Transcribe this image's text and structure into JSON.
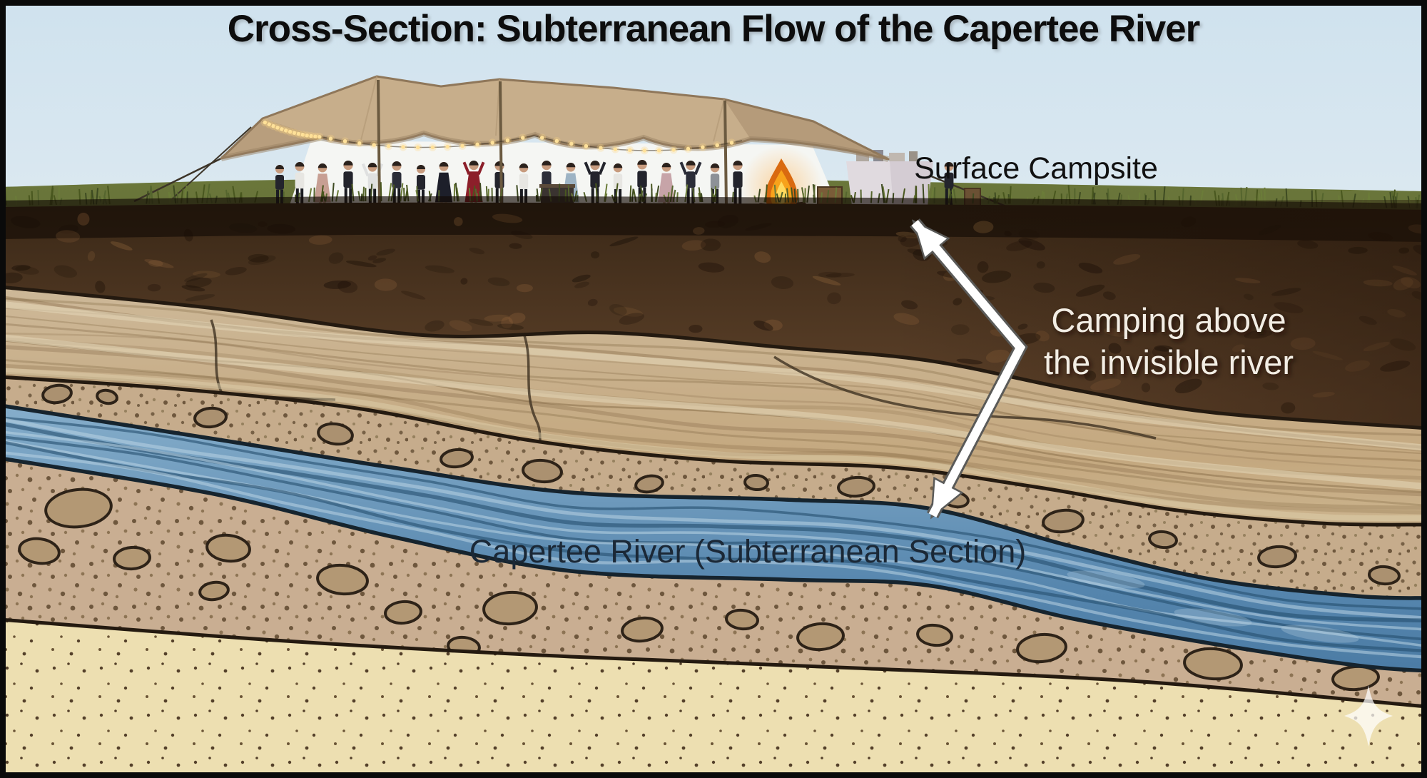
{
  "title": "Cross-Section: Subterranean Flow of the Capertee River",
  "annotations": {
    "surface_campsite": "Surface Campsite",
    "camping_line1": "Camping above",
    "camping_line2": "the invisible river",
    "river_label": "Capertee River (Subterranean Section)"
  },
  "watermark": {
    "icon": "sparkle-icon"
  },
  "palette": {
    "sky": "#cfe2ee",
    "grass": "#55652e",
    "topsoil": "#5a3f27",
    "sandstone": "#c7ad86",
    "gravel": "#c6ac8c",
    "river": "#4f7fa8",
    "sand": "#eddfb1",
    "layer_outline": "#241a10",
    "label_dark": "#111111",
    "label_light": "#f2ede4",
    "river_label": "#1b2836",
    "arrow": "#ffffff",
    "tent": "#c7ae8b",
    "fire": "#f29b1d"
  }
}
